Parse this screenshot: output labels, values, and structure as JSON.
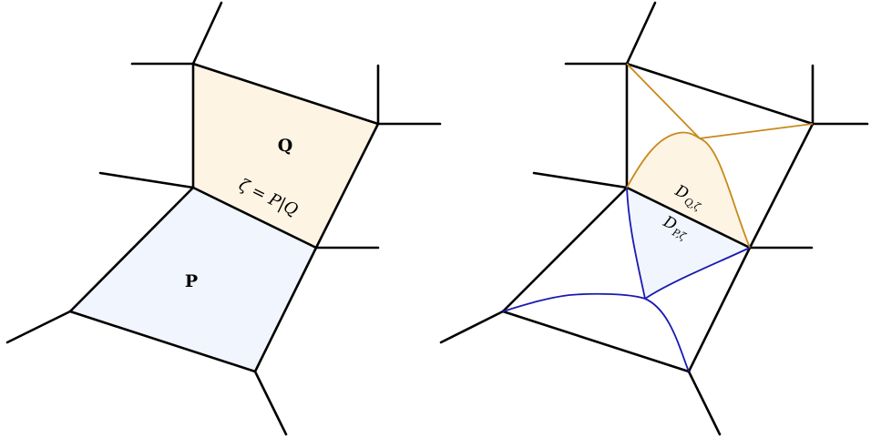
{
  "left_panel": {
    "cell_q_label": "Q",
    "cell_p_label": "P",
    "interface_label": "ζ = P|Q",
    "colors": {
      "cell_q_fill": "#fdf4e4",
      "cell_p_fill": "#f1f5fd",
      "edge": "#000000"
    }
  },
  "right_panel": {
    "region_q_label": "D",
    "region_q_subscript": "Q,ζ",
    "region_p_label": "D",
    "region_p_subscript": "P,ζ",
    "colors": {
      "region_q_fill": "#fdf4e4",
      "region_p_fill": "#f1f5fd",
      "region_q_curve": "#c8891a",
      "region_p_curve": "#1a1ab0",
      "edge": "#000000"
    }
  }
}
